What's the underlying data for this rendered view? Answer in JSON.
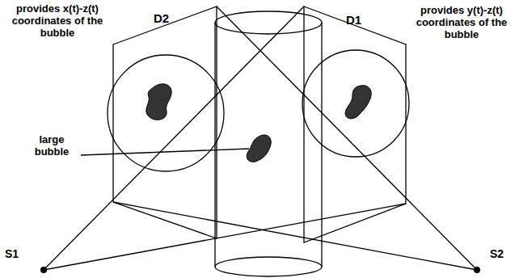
{
  "diagram": {
    "labels": [
      "provides x(t)-z(t) coordinates of the bubble",
      "D2",
      "D1",
      "provides y(t)-z(t) coordinates of the bubble",
      "large bubble",
      "S1",
      "S2"
    ]
  }
}
